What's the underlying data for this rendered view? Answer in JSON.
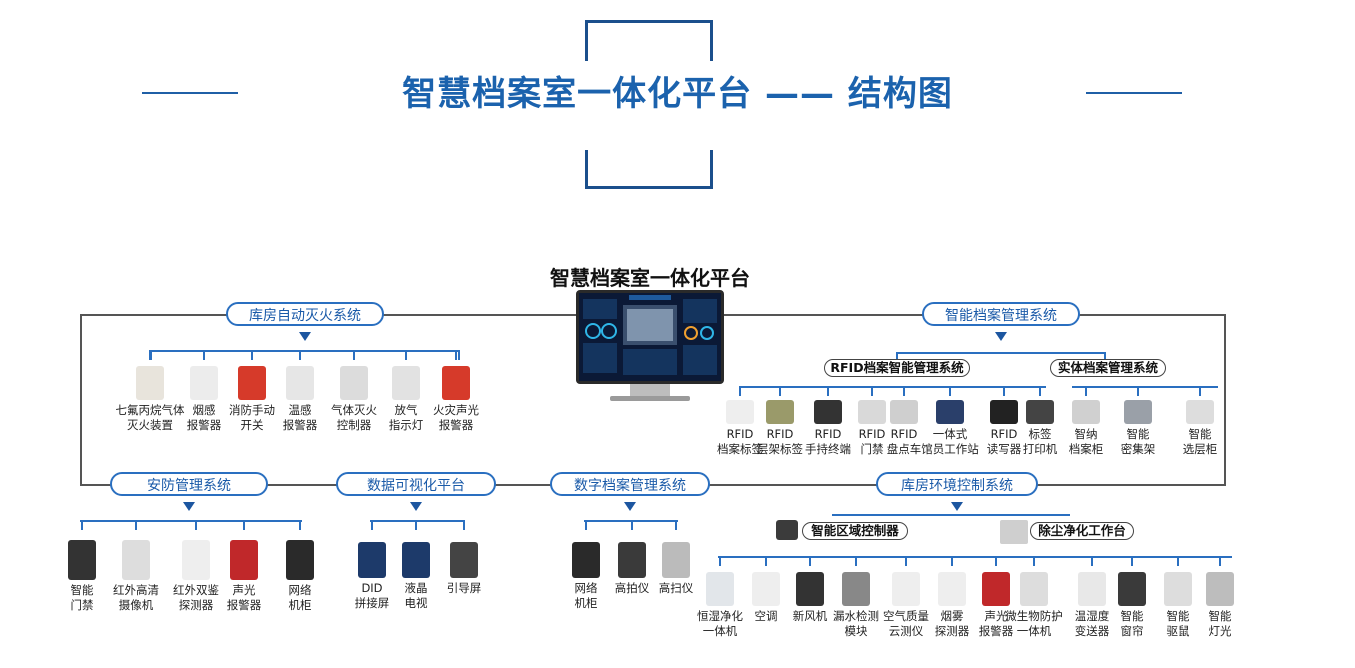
{
  "header": {
    "title": "智慧档案室一体化平台 —— 结构图"
  },
  "platform": {
    "title": "智慧档案室一体化平台"
  },
  "sections": {
    "fire": {
      "label": "库房自动灭火系统",
      "items": [
        "七氟丙烷气体\n灭火装置",
        "烟感\n报警器",
        "消防手动\n开关",
        "温感\n报警器",
        "气体灭火\n控制器",
        "放气\n指示灯",
        "火灾声光\n报警器"
      ]
    },
    "archive": {
      "label": "智能档案管理系统",
      "rfid": {
        "label": "RFID档案智能管理系统",
        "items": [
          "RFID\n档案标签",
          "RFID\n层架标签",
          "RFID\n手持终端",
          "RFID\n门禁",
          "RFID\n盘点车",
          "一体式\n馆员工作站",
          "RFID\n读写器",
          "标签\n打印机"
        ]
      },
      "physical": {
        "label": "实体档案管理系统",
        "items": [
          "智纳\n档案柜",
          "智能\n密集架",
          "智能\n选层柜"
        ]
      }
    },
    "security": {
      "label": "安防管理系统",
      "items": [
        "智能\n门禁",
        "红外高清\n摄像机",
        "红外双鉴\n探测器",
        "声光\n报警器",
        "网络\n机柜"
      ]
    },
    "visual": {
      "label": "数据可视化平台",
      "items": [
        "DID\n拼接屏",
        "液晶\n电视",
        "引导屏"
      ]
    },
    "digital": {
      "label": "数字档案管理系统",
      "items": [
        "网络\n机柜",
        "高拍仪",
        "高扫仪"
      ]
    },
    "env": {
      "label": "库房环境控制系统",
      "sub1": "智能区域控制器",
      "sub2": "除尘净化工作台",
      "items": [
        "恒湿净化\n一体机",
        "空调",
        "新风机",
        "漏水检测\n模块",
        "空气质量\n云测仪",
        "烟雾\n探测器",
        "声光\n报警器",
        "微生物防护\n一体机",
        "温湿度\n变送器",
        "智能\n窗帘",
        "智能\n驱鼠",
        "智能\n灯光"
      ]
    }
  },
  "colors": {
    "accent": "#2a6fc0",
    "title": "#1b62ad",
    "bracket": "#1b4f8c"
  }
}
